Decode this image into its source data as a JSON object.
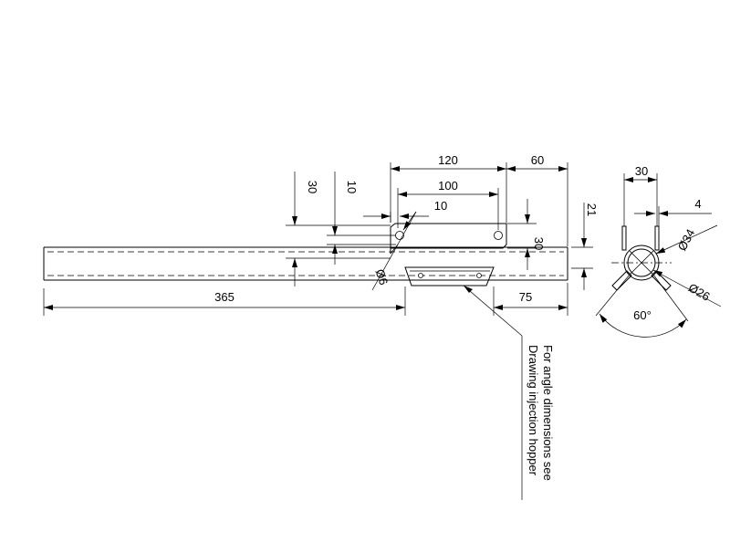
{
  "dimensions": {
    "d120": "120",
    "d60": "60",
    "d100": "100",
    "d10_horizontal": "10",
    "d30_vertical": "30",
    "d10_vertical": "10",
    "d30_right": "30",
    "d21": "21",
    "d365": "365",
    "d75": "75",
    "phi6": "Ø6",
    "end_d30": "30",
    "end_d4": "4",
    "phi34": "Ø34",
    "phi26": "Ø26",
    "angle60": "60°"
  },
  "notes": {
    "line1": "For angle dimensions see",
    "line2": "Drawing injection hopper"
  },
  "colors": {
    "ink": "#000000",
    "paper": "#ffffff"
  }
}
